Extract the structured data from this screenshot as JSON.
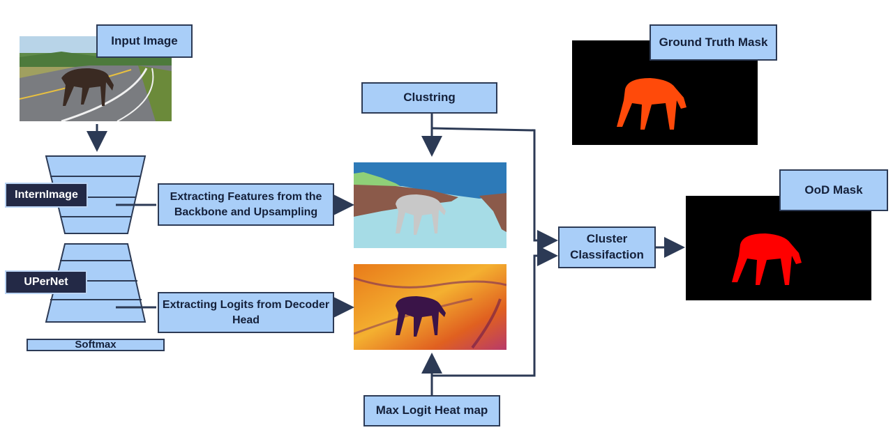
{
  "labels": {
    "input_image": "Input Image",
    "internimage": "InternImage",
    "upernet": "UPerNet",
    "softmax": "Softmax",
    "extract_features": "Extracting Features from the Backbone and Upsampling",
    "extract_logits": "Extracting Logits from Decoder Head",
    "clustering": "Clustring",
    "max_logit": "Max Logit Heat map",
    "cluster_classification": "Cluster Classifaction",
    "ground_truth": "Ground Truth Mask",
    "ood_mask": "OoD Mask"
  },
  "colors": {
    "label_fill": "#a9cef8",
    "label_border": "#2c3a55",
    "arrow": "#2c3a55",
    "mask_background": "#000000",
    "ground_truth_object": "#ff4a0a",
    "ood_object": "#ff0000",
    "cluster_sky": "#2d7ab8",
    "cluster_road": "#a6dce6",
    "cluster_terrain": "#8b5a4a",
    "cluster_grass": "#8fd078",
    "cluster_object": "#c8c8c8"
  }
}
